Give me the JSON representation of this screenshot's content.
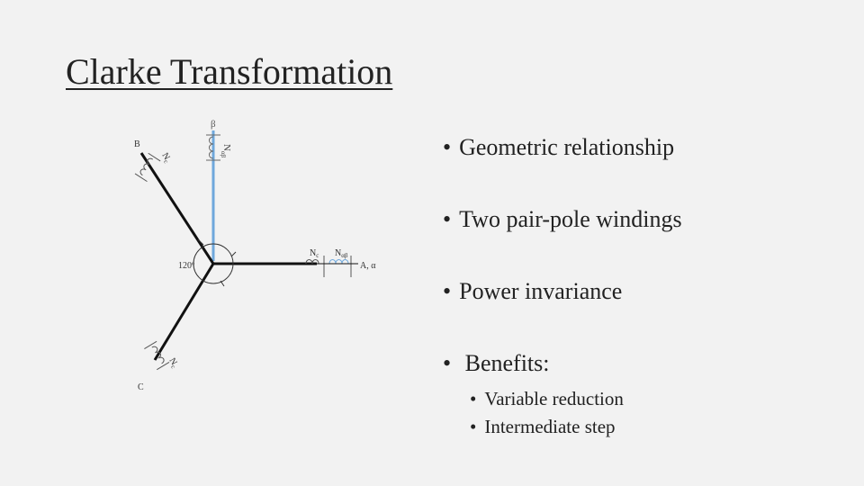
{
  "slide": {
    "title": "Clarke Transformation",
    "bullets": [
      {
        "text": "Geometric relationship"
      },
      {
        "text": "Two pair-pole windings"
      },
      {
        "text": "Power invariance"
      },
      {
        "text": "Benefits:",
        "sub": [
          "Variable reduction",
          "Intermediate step"
        ]
      }
    ]
  },
  "diagram": {
    "angle_label": "120º",
    "axis_labels": {
      "a": "A, α",
      "b": "B",
      "c": "C",
      "beta": "β"
    },
    "winding_labels": {
      "na": "N",
      "na_sub": "c",
      "nb": "N",
      "nb_sub": "c",
      "nc": "N",
      "nc_sub": "c",
      "nalpha": "N",
      "nalpha_sub": "αβ",
      "nbeta": "N",
      "nbeta_sub": "αβ"
    },
    "colors": {
      "axes": "#111111",
      "beta_axis": "#6fa8dc"
    }
  }
}
